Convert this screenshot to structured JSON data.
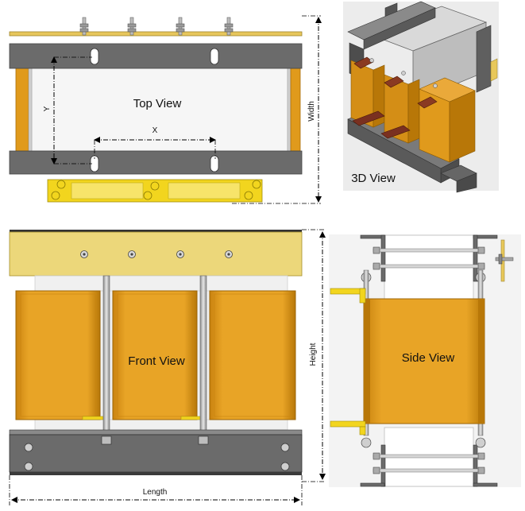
{
  "views": {
    "top": "Top View",
    "threed": "3D View",
    "front": "Front View",
    "side": "Side View"
  },
  "dimensions": {
    "x": "X",
    "y": "Y",
    "width": "Width",
    "height": "Height",
    "length": "Length"
  },
  "colors": {
    "frame": "#6b6b6b",
    "frame_dark": "#4d4d4d",
    "coil": "#e09a1c",
    "coil_light": "#f2b845",
    "coil_edge": "#a86c08",
    "busbar": "#e9c866",
    "foot": "#f2d51e",
    "core": "#e8e8e8",
    "panel": "#f3f3f3",
    "copper": "#8a3a22"
  }
}
